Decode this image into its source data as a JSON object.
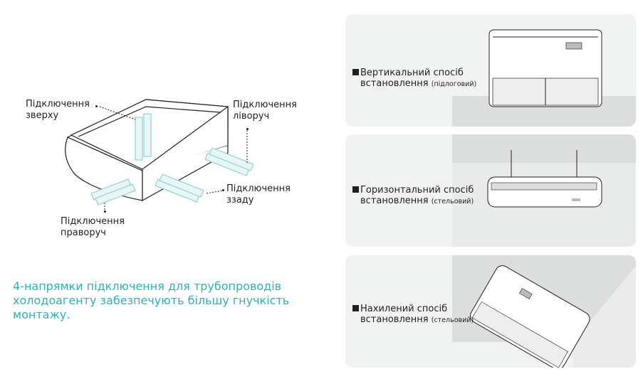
{
  "diagram": {
    "labels": {
      "top": [
        "Підключення",
        "зверху"
      ],
      "left": [
        "Підключення",
        "ліворуч"
      ],
      "back": [
        "Підключення",
        "ззаду"
      ],
      "right": [
        "Підключення",
        "праворуч"
      ]
    },
    "tagline": "4-напрямки підключення для трубопроводів холодоагенту забезпечують більшу гнучкість монтажу."
  },
  "panels": [
    {
      "title": "Вертикальний спосіб",
      "line2": "встановлення",
      "note": "(підлоговий)"
    },
    {
      "title": "Горизонтальний спосіб",
      "line2": "встановлення",
      "note": "(стельовий)"
    },
    {
      "title": "Нахилений спосіб",
      "line2": "встановлення",
      "note": "(стельовий)"
    }
  ],
  "colors": {
    "accent": "#2bb3b8",
    "panel": "#f1f2f2",
    "wall": "#dcdddd"
  }
}
